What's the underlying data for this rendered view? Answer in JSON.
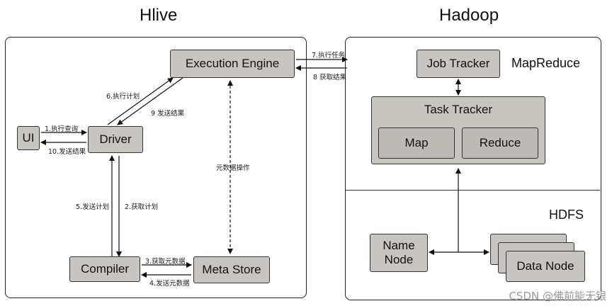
{
  "hive": {
    "title": "Hlive",
    "nodes": {
      "ui": "UI",
      "driver": "Driver",
      "execution_engine": "Execution Engine",
      "compiler": "Compiler",
      "meta_store": "Meta Store"
    },
    "edges": {
      "e1": "1.执行查询",
      "e2": "2.获取计划",
      "e3": "3.获取元数据",
      "e4": "4.发送元数据",
      "e5": "5.发送计划",
      "e6": "6.执行计划",
      "e9": "9 发送结果",
      "e10": "10.发送结果",
      "meta_ops": "元数据操作"
    }
  },
  "link": {
    "e7": "7.执行任务",
    "e8": "8 获取结果"
  },
  "hadoop": {
    "title": "Hadoop",
    "mapreduce_label": "MapReduce",
    "job_tracker": "Job Tracker",
    "task_tracker": "Task Tracker",
    "map": "Map",
    "reduce": "Reduce",
    "hdfs_label": "HDFS",
    "name_node": "Name Node",
    "data_node": "Data Node"
  },
  "watermark": "CSDN @佛前能无银"
}
